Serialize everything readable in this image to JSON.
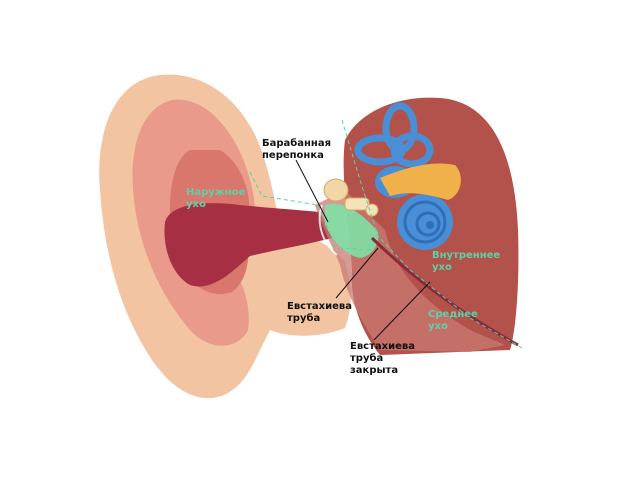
{
  "labels": {
    "eardrum": "Барабанная\nперепонка",
    "outer_ear": "Наружное\nухо",
    "eustachian_tube": "Евстахиева\nтруба",
    "eustachian_tube_closed": "Евстахиева\nтруба\nзакрыта",
    "inner_ear": "Внутреннее\nухо",
    "middle_ear": "Среднее\nухо"
  },
  "colors": {
    "skin_light": "#f2c4a2",
    "skin_mid": "#e99a8a",
    "skin_dark": "#d9776c",
    "canal": "#a72f43",
    "head": "#b2524a",
    "cochlea": "#4a8fd6",
    "tube_green": "#7fe0a4",
    "nerve": "#f0b04a",
    "label_teal": "#5fd0a6",
    "label_dark": "#111111"
  }
}
